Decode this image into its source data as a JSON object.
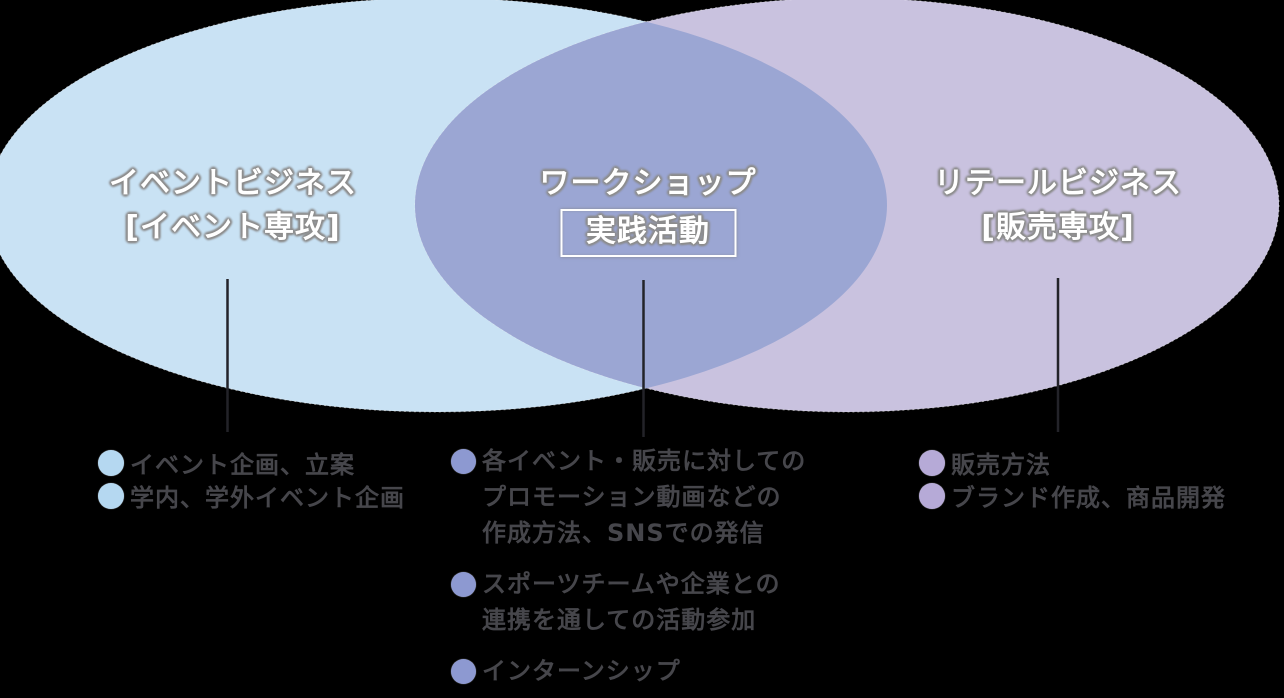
{
  "background_color": "#000000",
  "diagram": {
    "left_circle": {
      "title": "イベントビジネス",
      "subtitle": "[イベント専攻]",
      "color": "#c9e2f4"
    },
    "overlap": {
      "title": "ワークショップ",
      "badge": "実践活動",
      "color": "#9ba6d3"
    },
    "right_circle": {
      "title": "リテールビジネス",
      "subtitle": "[販売専攻]",
      "color": "#c9c2df"
    },
    "connector_color": "#232329"
  },
  "lists": {
    "left": {
      "bullet_color": "#b5d8f1",
      "items": [
        "イベント企画、立案",
        "学内、学外イベント企画"
      ]
    },
    "center": {
      "bullet_color": "#8d99d1",
      "items": [
        {
          "lines": [
            "各イベント・販売に対しての",
            "プロモーション動画などの",
            "作成方法、SNSでの発信"
          ]
        },
        {
          "lines": [
            "スポーツチームや企業との",
            "連携を通しての活動参加"
          ]
        },
        {
          "lines": [
            "インターンシップ"
          ]
        }
      ]
    },
    "right": {
      "bullet_color": "#b6aad7",
      "items": [
        "販売方法",
        "ブランド作成、商品開発"
      ]
    }
  }
}
